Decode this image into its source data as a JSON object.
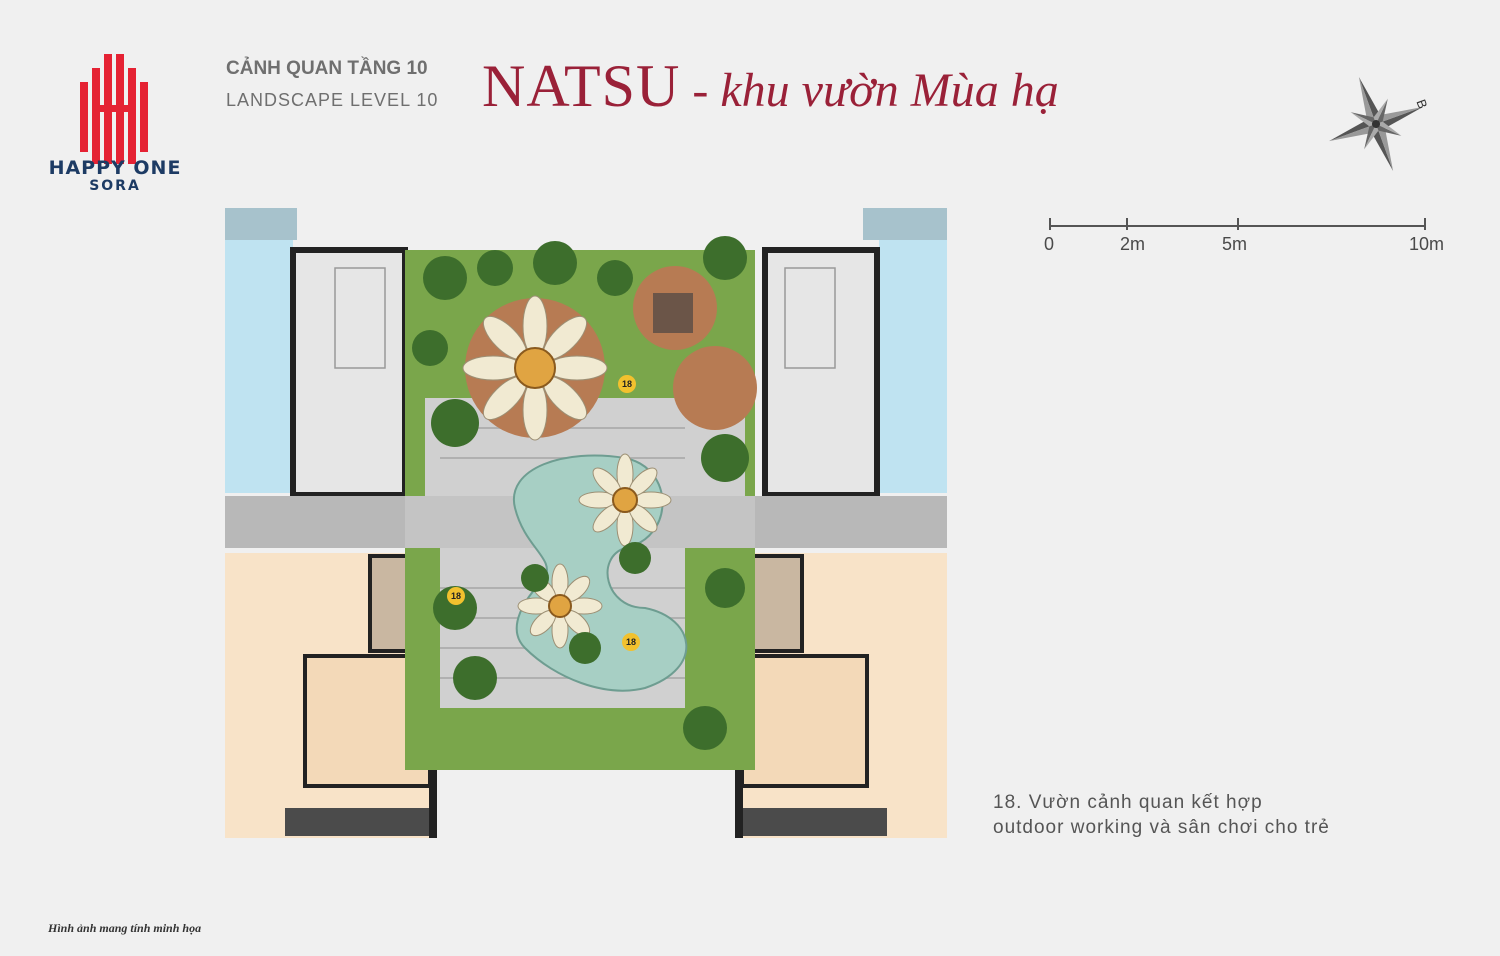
{
  "brand": {
    "name": "HAPPY ONE",
    "sub": "SORA",
    "color": "#e52233"
  },
  "header": {
    "subtitle_vi": "CẢNH QUAN TẦNG 10",
    "subtitle_en": "LANDSCAPE LEVEL 10",
    "title_main": "NATSU",
    "title_rest": " - khu vườn Mùa hạ",
    "title_color": "#9a2138"
  },
  "compass": {
    "label": "B"
  },
  "scale": {
    "labels": [
      "0",
      "2m",
      "5m",
      "10m"
    ]
  },
  "plan": {
    "markers": [
      "18",
      "18",
      "18"
    ]
  },
  "legend": {
    "line1": "18. Vườn cảnh quan kết hợp",
    "line2": "outdoor working và sân chơi cho trẻ"
  },
  "footer": {
    "note": "Hình ảnh mang tính minh họa"
  }
}
